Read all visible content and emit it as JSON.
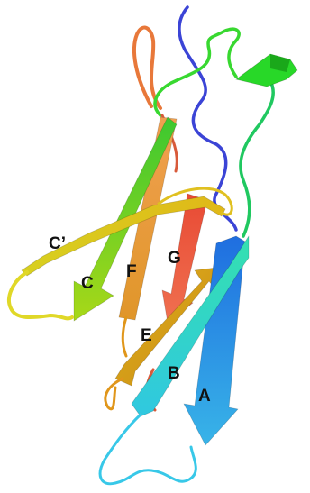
{
  "figure": {
    "labels": {
      "a": "A",
      "b": "B",
      "c": "C",
      "c_prime": "C’",
      "e": "E",
      "f": "F",
      "g": "G"
    },
    "colors": {
      "a": "#2a8ee0",
      "b": "#30d8c8",
      "c": "#7ccf1a",
      "c_prime": "#c8c818",
      "e": "#d8a012",
      "f": "#f09a3a",
      "g": "#e8503a",
      "n_term_coil": "#3b44d6",
      "top_loop": "#e8783a",
      "helix": "#28d828",
      "c_term_coil": "#38c8e8"
    }
  }
}
